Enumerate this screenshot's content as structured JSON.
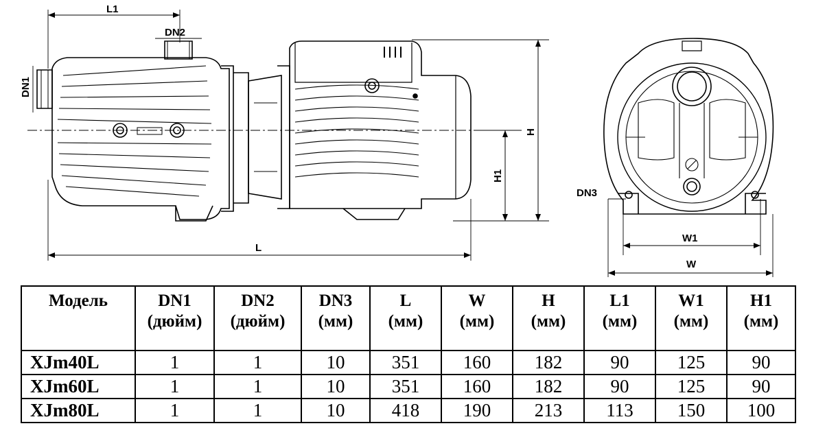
{
  "drawing": {
    "labels": {
      "l1": "L1",
      "dn2": "DN2",
      "dn1": "DN1",
      "l": "L",
      "h": "H",
      "h1": "H1",
      "dn3": "DN3",
      "w1": "W1",
      "w": "W"
    }
  },
  "table": {
    "headers": [
      {
        "name": "Модель",
        "unit": ""
      },
      {
        "name": "DN1",
        "unit": "(дюйм)"
      },
      {
        "name": "DN2",
        "unit": "(дюйм)"
      },
      {
        "name": "DN3",
        "unit": "(мм)"
      },
      {
        "name": "L",
        "unit": "(мм)"
      },
      {
        "name": "W",
        "unit": "(мм)"
      },
      {
        "name": "H",
        "unit": "(мм)"
      },
      {
        "name": "L1",
        "unit": "(мм)"
      },
      {
        "name": "W1",
        "unit": "(мм)"
      },
      {
        "name": "H1",
        "unit": "(мм)"
      }
    ],
    "rows": [
      [
        "XJm40L",
        "1",
        "1",
        "10",
        "351",
        "160",
        "182",
        "90",
        "125",
        "90"
      ],
      [
        "XJm60L",
        "1",
        "1",
        "10",
        "351",
        "160",
        "182",
        "90",
        "125",
        "90"
      ],
      [
        "XJm80L",
        "1",
        "1",
        "10",
        "418",
        "190",
        "213",
        "113",
        "150",
        "100"
      ]
    ]
  }
}
